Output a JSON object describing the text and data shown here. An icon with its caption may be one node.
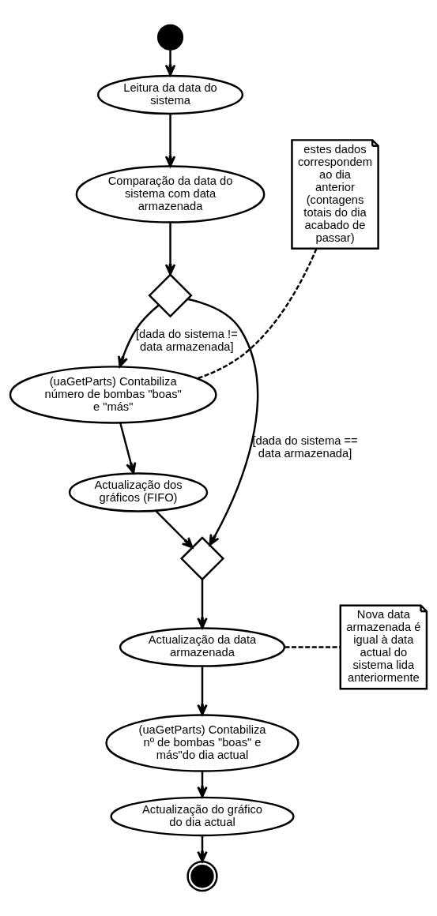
{
  "diagram": {
    "nodes": [
      {
        "text": [],
        "shape": "circle"
      },
      {
        "text": [
          "Leitura da data do sistema"
        ]
      },
      {
        "text": [
          "Comparação da data do sistema com data armazenada"
        ]
      },
      {
        "text": [
          "estes dados correspondem ao dia anterior (contagens totais do dia acabado de passar)"
        ]
      },
      {
        "text": [],
        "shape": "diamond"
      },
      {
        "text": [
          "(uaGetParts) Contabiliza número de bombas \"boas\" e \"más\""
        ]
      },
      {
        "text": [
          "Actualização dos gráficos (FIFO)"
        ]
      },
      {
        "text": [],
        "shape": "diamond"
      },
      {
        "text": [
          "Actualização da data armazenada"
        ]
      },
      {
        "text": [
          "Nova data armazenada é igual à data actual do sistema lida anteriormente"
        ]
      },
      {
        "text": [
          "(uaGetParts) Contabiliza nº de bombas \"boas\" e más\"do dia actual"
        ]
      },
      {
        "text": [
          "Actualização do gráfico do dia actual"
        ]
      },
      {
        "text": [],
        "shape": "circle"
      }
    ],
    "edges": [
      {
        "from": 0,
        "to": 1,
        "arrow": "to"
      },
      {
        "from": 1,
        "to": 2,
        "arrow": "to"
      },
      {
        "from": 2,
        "to": 4,
        "arrow": "to"
      },
      {
        "from": 4,
        "to": 7,
        "arrow": "to",
        "label": "[dada do sistema == data armazenada]"
      },
      {
        "from": 4,
        "to": 5,
        "arrow": "to",
        "label": "[dada do sistema != data armazenada]"
      },
      {
        "from": 3,
        "to": 5,
        "arrow": "none",
        "style": "dashed"
      },
      {
        "from": 5,
        "to": 6,
        "arrow": "to"
      },
      {
        "from": 6,
        "to": 7,
        "arrow": "to"
      },
      {
        "from": 7,
        "to": 8,
        "arrow": "to"
      },
      {
        "from": 8,
        "to": 9,
        "arrow": "none",
        "style": "dashed"
      },
      {
        "from": 8,
        "to": 10,
        "arrow": "to"
      },
      {
        "from": 10,
        "to": 11,
        "arrow": "to"
      },
      {
        "from": 11,
        "to": 12,
        "arrow": "to"
      }
    ]
  }
}
